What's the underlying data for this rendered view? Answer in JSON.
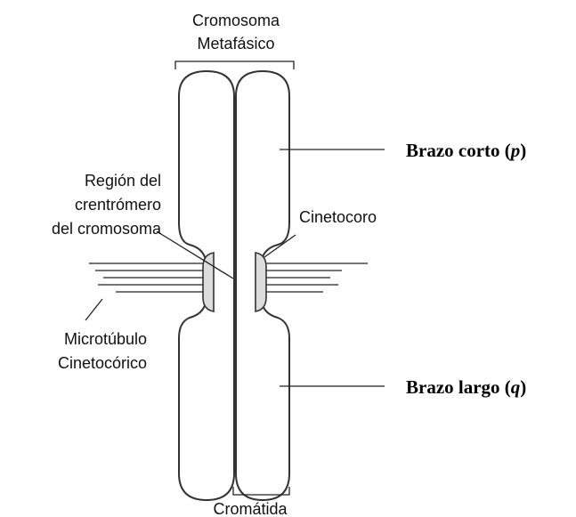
{
  "labels": {
    "metaphase_chromosome_line1": "Cromosoma",
    "metaphase_chromosome_line2": "Metafásico",
    "short_arm_text": "Brazo corto (",
    "short_arm_var": "p",
    "short_arm_close": ")",
    "centromere_line1": "Región del",
    "centromere_line2": "crentrómero",
    "centromere_line3": "del cromosoma",
    "kinetochore": "Cinetocoro",
    "microtubule_line1": "Microtúbulo",
    "microtubule_line2": "Cinetocórico",
    "long_arm_text": "Brazo largo (",
    "long_arm_var": "q",
    "long_arm_close": ")",
    "chromatid": "Cromátida"
  }
}
